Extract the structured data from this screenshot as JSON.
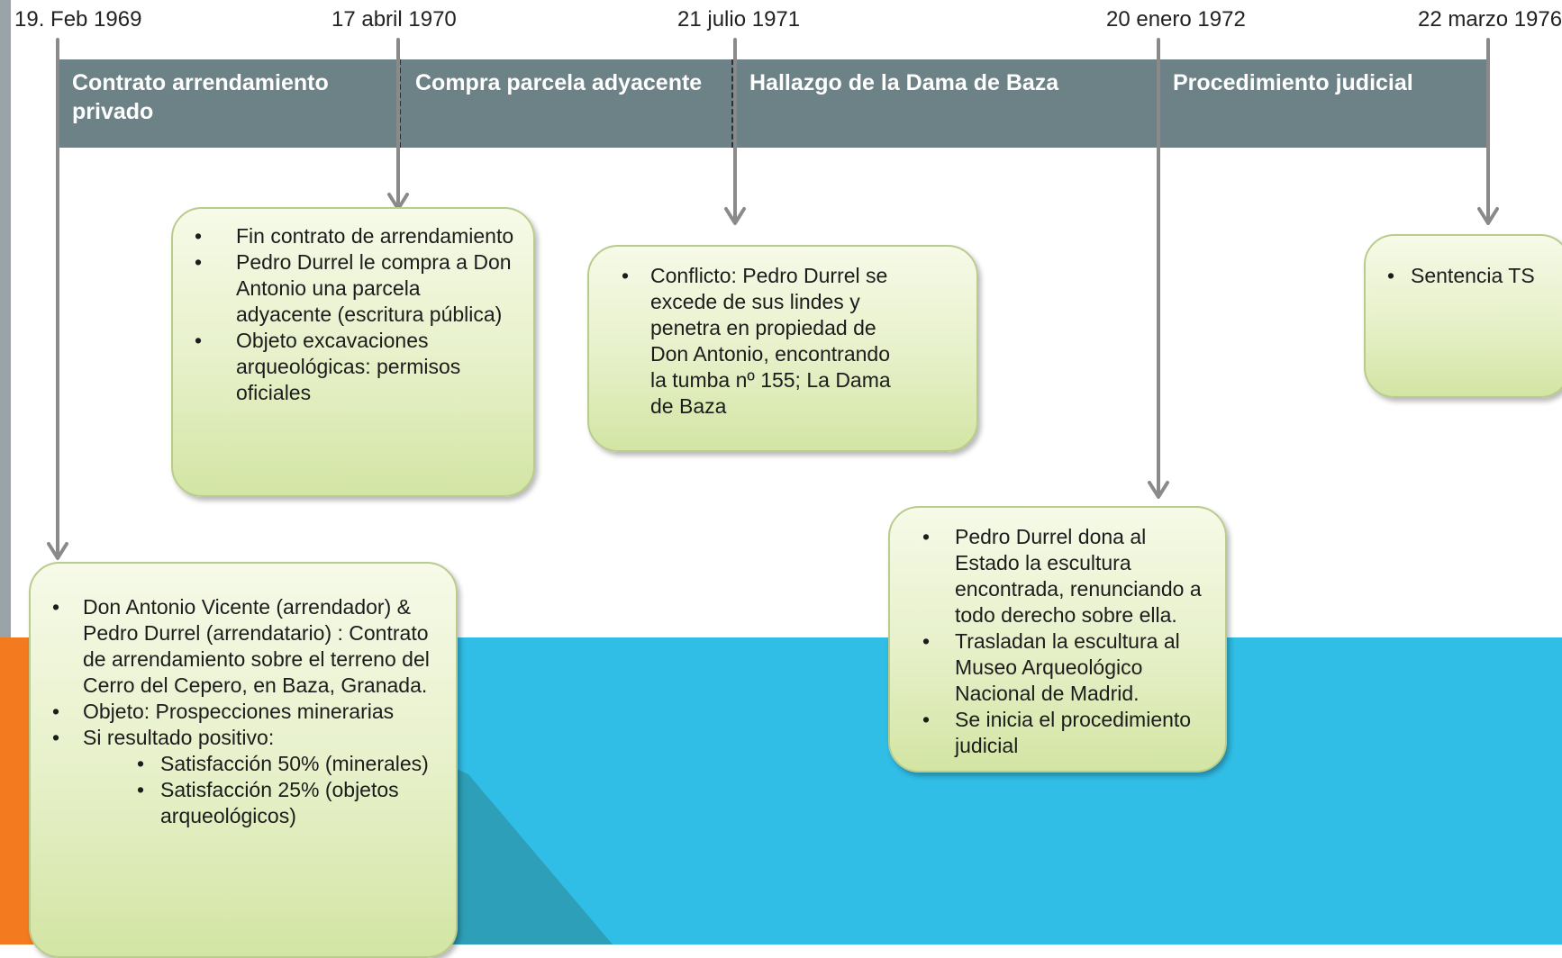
{
  "timeline": {
    "dates": [
      "19. Feb 1969",
      "17 abril 1970",
      "21 julio 1971",
      "20 enero 1972",
      "22 marzo 1976"
    ],
    "phases": [
      "Contrato arrendamiento privado",
      "Compra parcela adyacente",
      "Hallazgo de la Dama de Baza",
      "Procedimiento judicial"
    ]
  },
  "events": {
    "e1969": {
      "items": [
        "Don Antonio Vicente (arrendador) & Pedro Durrel (arrendatario) : Contrato de arrendamiento sobre el terreno del Cerro del Cepero, en Baza, Granada.",
        "Objeto: Prospecciones minerarias",
        "Si resultado positivo:"
      ],
      "subitems": [
        "Satisfacción 50% (minerales)",
        "Satisfacción 25% (objetos arqueológicos)"
      ]
    },
    "e1970": {
      "items": [
        "Fin contrato de arrendamiento",
        "Pedro Durrel le compra a Don Antonio una parcela adyacente (escritura pública)",
        "Objeto excavaciones arqueológicas: permisos oficiales"
      ]
    },
    "e1971": {
      "items": [
        "Conflicto: Pedro Durrel se excede de sus lindes y penetra en propiedad de Don Antonio, encontrando la tumba nº 155; La Dama de Baza"
      ]
    },
    "e1972": {
      "items": [
        "Pedro Durrel dona al Estado la escultura encontrada, renunciando  a todo derecho sobre ella.",
        "Trasladan la escultura al Museo Arqueológico Nacional de Madrid.",
        "Se inicia el procedimiento judicial"
      ]
    },
    "e1976": {
      "items": [
        "Sentencia TS"
      ]
    }
  },
  "colors": {
    "phase_bar": "#6d8286",
    "callout_fill": "#e6f0c8",
    "callout_border": "#b9cc8c",
    "arrow": "#8a8a8a",
    "background_blue": "#30bde6",
    "background_teal": "#2e9fb8",
    "background_orange": "#f47a20"
  }
}
